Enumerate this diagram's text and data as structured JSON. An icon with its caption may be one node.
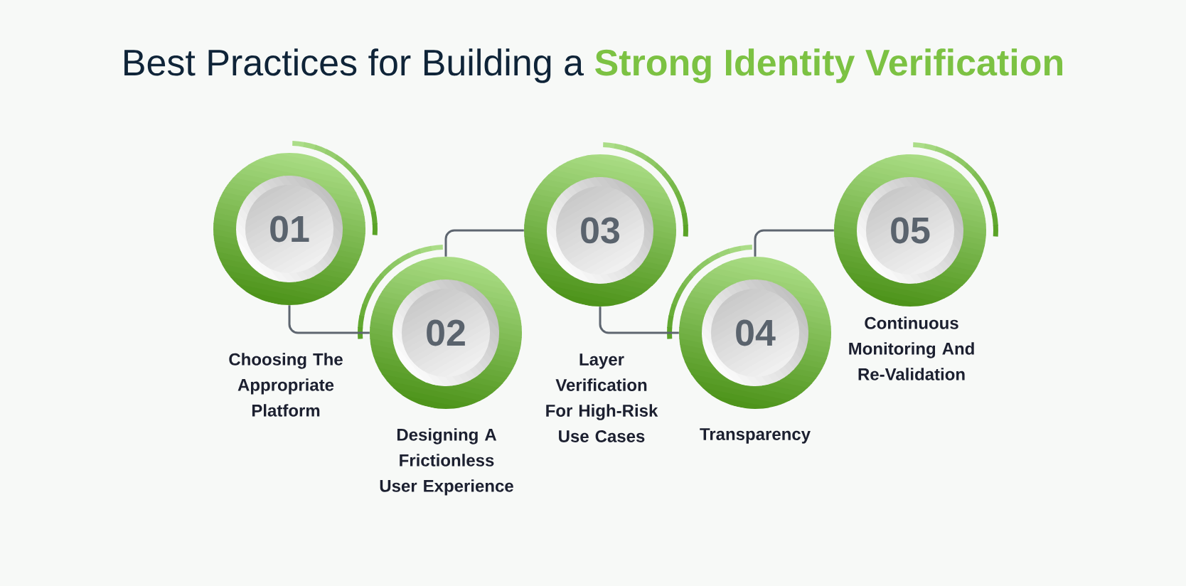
{
  "diagram": {
    "title": "Best Practices for Building a **Strong Identity Verification**",
    "nodes": [
      {
        "text": [
          "01"
        ]
      },
      {
        "text": [
          "02"
        ],
        "beside": [
          "Designing A Frictionless User Experience"
        ]
      },
      {
        "text": [
          "03"
        ]
      },
      {
        "text": [
          "04"
        ],
        "beside": [
          "Transparency"
        ]
      },
      {
        "text": [
          "05"
        ],
        "beside": [
          "Continuous Monitoring And Re-Validation"
        ]
      }
    ],
    "edges": [
      {
        "from": 0,
        "to": 1,
        "arrow": "none"
      },
      {
        "from": 1,
        "to": 2,
        "arrow": "none"
      },
      {
        "from": 2,
        "to": 3,
        "arrow": "none"
      },
      {
        "from": 3,
        "to": 4,
        "arrow": "none"
      }
    ],
    "labels": [
      "Choosing The Appropriate Platform",
      "Layer Verification For High-Risk Use Cases"
    ]
  }
}
